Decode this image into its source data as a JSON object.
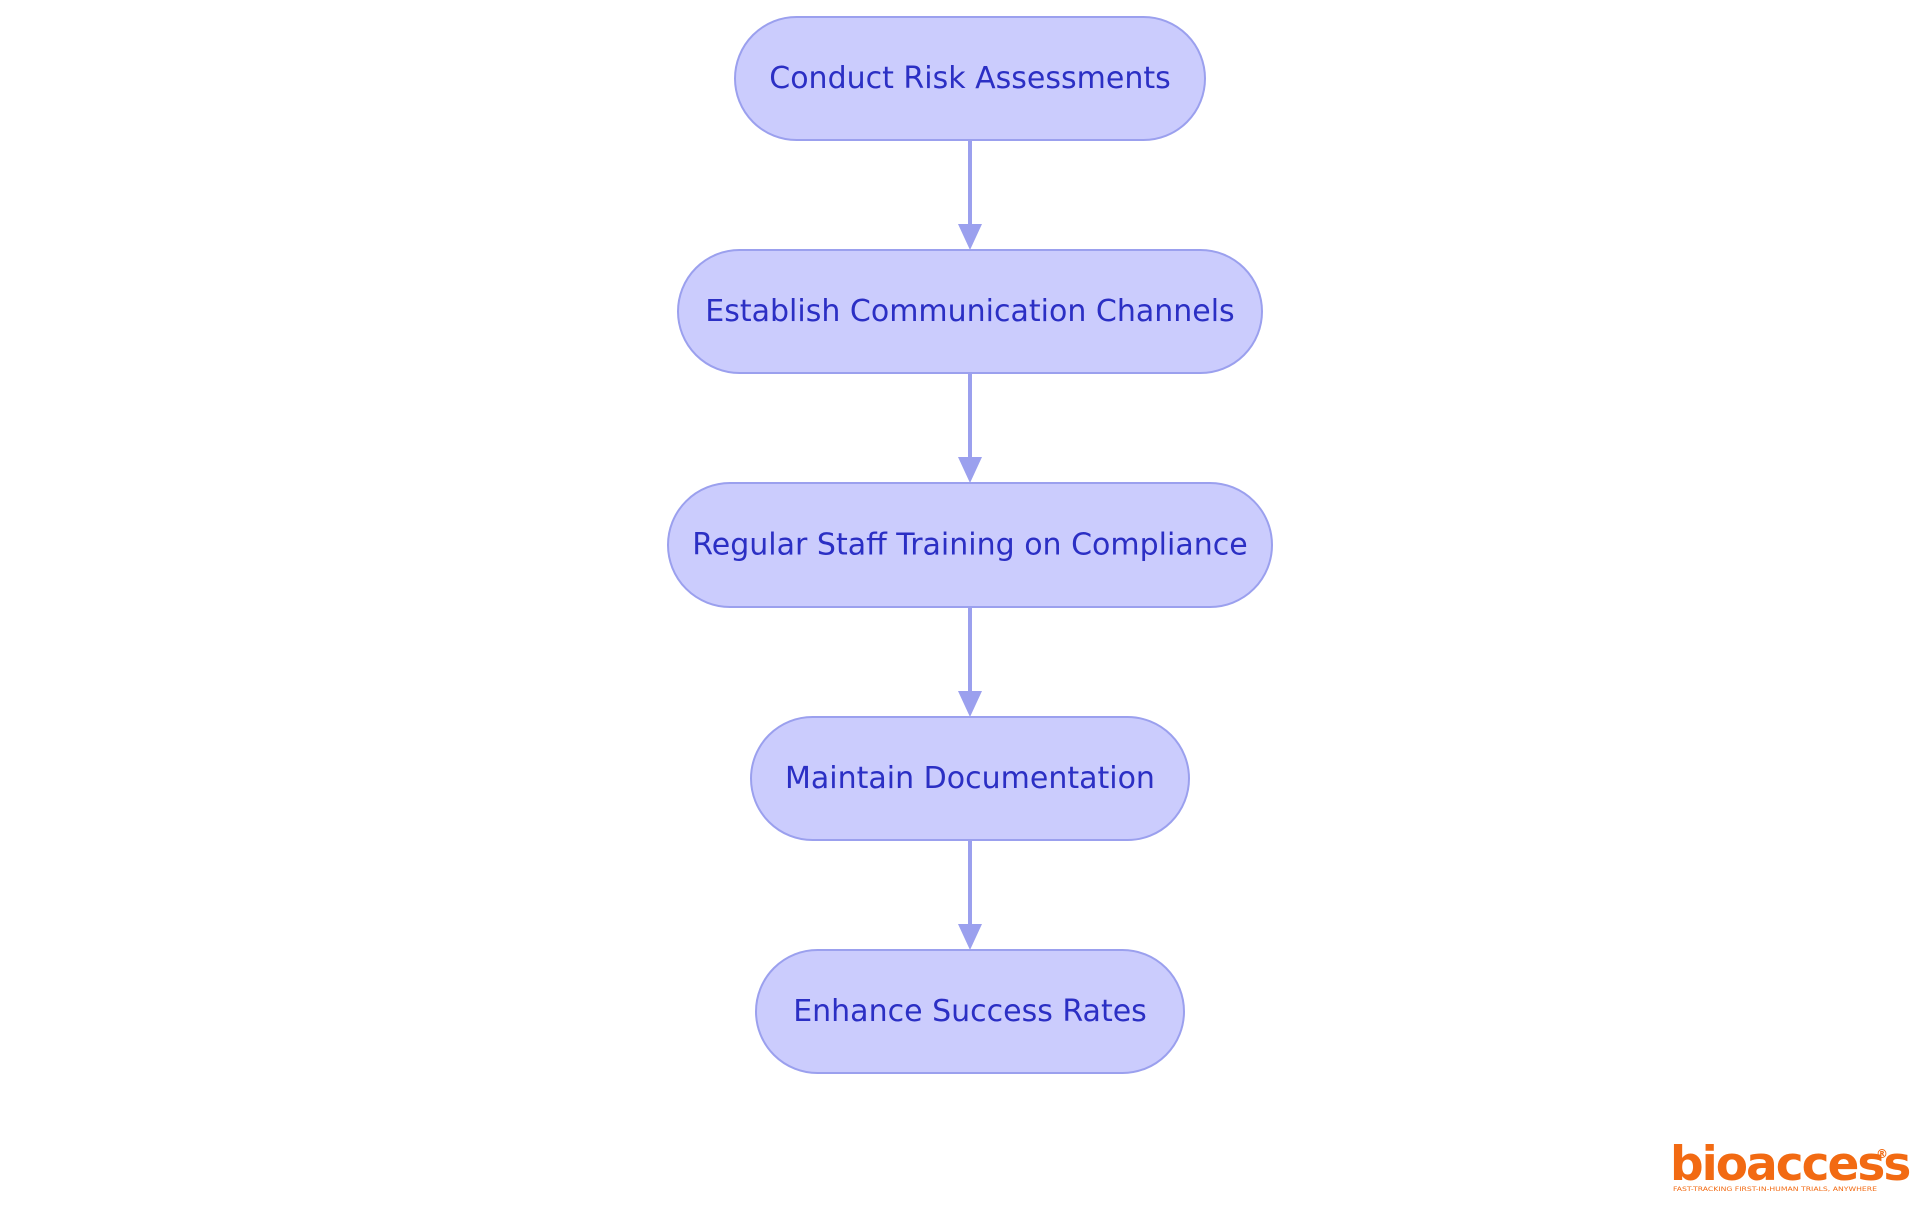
{
  "diagram": {
    "nodes": [
      {
        "id": "conduct-risk-assessments",
        "label": "Conduct Risk Assessments"
      },
      {
        "id": "establish-communication-channels",
        "label": "Establish Communication Channels"
      },
      {
        "id": "regular-staff-training",
        "label": "Regular Staff Training on Compliance"
      },
      {
        "id": "maintain-documentation",
        "label": "Maintain Documentation"
      },
      {
        "id": "enhance-success-rates",
        "label": "Enhance Success Rates"
      }
    ],
    "edges": [
      {
        "from": "conduct-risk-assessments",
        "to": "establish-communication-channels"
      },
      {
        "from": "establish-communication-channels",
        "to": "regular-staff-training"
      },
      {
        "from": "regular-staff-training",
        "to": "maintain-documentation"
      },
      {
        "from": "maintain-documentation",
        "to": "enhance-success-rates"
      }
    ]
  },
  "logo": {
    "wordmark": "bioaccess",
    "registered": "®",
    "tagline": "FAST-TRACKING FIRST-IN-HUMAN TRIALS, ANYWHERE"
  },
  "colors": {
    "node_fill": "#cbccfd",
    "node_stroke": "#9ba0ee",
    "node_text": "#2b2fc4",
    "edge": "#9ba0ee",
    "logo": "#f26a12"
  }
}
